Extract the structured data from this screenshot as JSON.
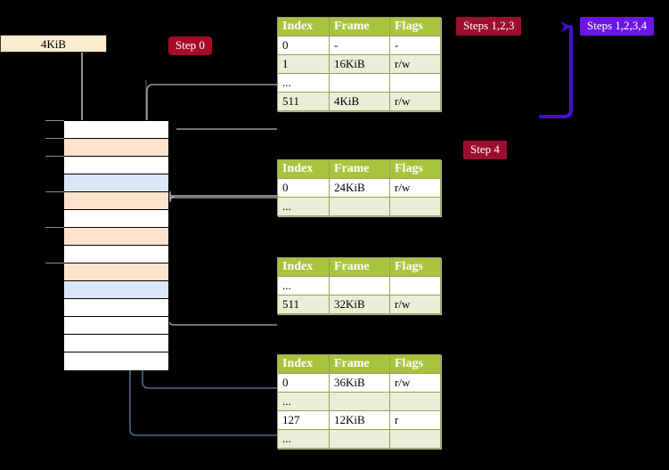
{
  "diagram": {
    "title_hidden": "",
    "source_box": {
      "label": "4KiB"
    },
    "badges": {
      "step0": "Step 0",
      "step4": "Step 4",
      "steps123": "Steps 1,2,3",
      "steps1234": "Steps 1,2,3,4"
    },
    "memory_grid": {
      "name": "physical-memory-column",
      "row_count": 14,
      "rows": [
        {
          "fill": "white",
          "tick": true
        },
        {
          "fill": "orange",
          "tick": true
        },
        {
          "fill": "white",
          "tick": true
        },
        {
          "fill": "blue",
          "tick": false
        },
        {
          "fill": "orange",
          "tick": true
        },
        {
          "fill": "white",
          "tick": false
        },
        {
          "fill": "orange",
          "tick": true
        },
        {
          "fill": "white",
          "tick": false
        },
        {
          "fill": "orange",
          "tick": true
        },
        {
          "fill": "blue",
          "tick": false
        },
        {
          "fill": "white",
          "tick": false
        },
        {
          "fill": "white",
          "tick": false
        },
        {
          "fill": "white",
          "tick": false
        },
        {
          "fill": "white",
          "tick": false
        }
      ]
    },
    "tables": [
      {
        "id": "page-table-0",
        "columns": [
          "Index",
          "Frame",
          "Flags"
        ],
        "rows": [
          {
            "cells": [
              "0",
              "-",
              "-"
            ],
            "style": "plain",
            "highlight": false
          },
          {
            "cells": [
              "1",
              "16KiB",
              "r/w"
            ],
            "style": "alt",
            "highlight": false
          },
          {
            "cells": [
              "...",
              "",
              ""
            ],
            "style": "plain",
            "highlight": false
          },
          {
            "cells": [
              "511",
              "4KiB",
              "r/w"
            ],
            "style": "alt",
            "highlight": true
          }
        ]
      },
      {
        "id": "page-table-1",
        "columns": [
          "Index",
          "Frame",
          "Flags"
        ],
        "rows": [
          {
            "cells": [
              "0",
              "24KiB",
              "r/w"
            ],
            "style": "plain",
            "highlight": false
          },
          {
            "cells": [
              "...",
              "",
              ""
            ],
            "style": "alt",
            "highlight": false
          }
        ]
      },
      {
        "id": "page-table-2",
        "columns": [
          "Index",
          "Frame",
          "Flags"
        ],
        "rows": [
          {
            "cells": [
              "...",
              "",
              ""
            ],
            "style": "plain",
            "highlight": false
          },
          {
            "cells": [
              "511",
              "32KiB",
              "r/w"
            ],
            "style": "alt",
            "highlight": false
          }
        ]
      },
      {
        "id": "page-table-3",
        "columns": [
          "Index",
          "Frame",
          "Flags"
        ],
        "rows": [
          {
            "cells": [
              "0",
              "36KiB",
              "r/w"
            ],
            "style": "plain",
            "highlight": false
          },
          {
            "cells": [
              "...",
              "",
              ""
            ],
            "style": "alt",
            "highlight": false
          },
          {
            "cells": [
              "127",
              "12KiB",
              "r"
            ],
            "style": "plain",
            "highlight": false
          },
          {
            "cells": [
              "...",
              "",
              ""
            ],
            "style": "alt",
            "highlight": false
          }
        ]
      }
    ],
    "colors": {
      "table_header": "#a9c33c",
      "table_alt_row": "#e9efd6",
      "table_highlight": "#ffff9e",
      "grid_orange": "#fde3ce",
      "grid_blue": "#dbe7f7",
      "badge_red": "#a80a28",
      "badge_purple": "#6a16e8",
      "source_box": "#faeccd",
      "connector_gray": "#b0b0b0",
      "connector_blue": "#5b84b1",
      "background": "#000000"
    }
  }
}
